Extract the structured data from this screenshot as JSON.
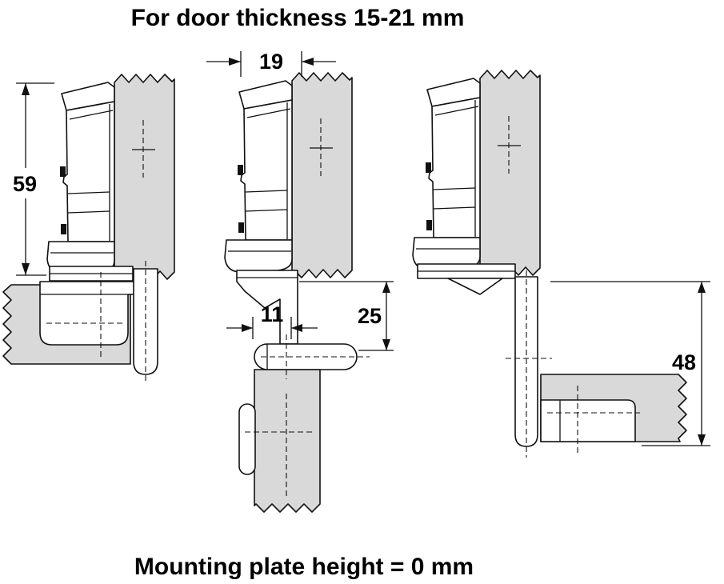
{
  "title": "For door thickness 15-21 mm",
  "footer": "Mounting plate height = 0 mm",
  "dims": {
    "v59": "59",
    "v19": "19",
    "v11": "11",
    "v25": "25",
    "v48": "48"
  },
  "colors": {
    "panel_fill": "#d9d9d9",
    "line_color": "#111111",
    "background": "#ffffff"
  }
}
